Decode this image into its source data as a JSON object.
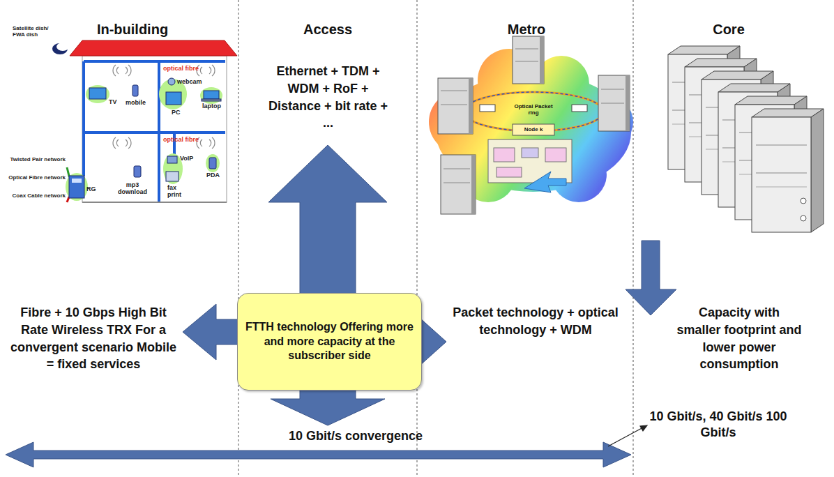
{
  "diagram": {
    "nodes": [
      {
        "text": [
          "FTTH technology Offering more and more capacity at the subscriber side"
        ]
      }
    ],
    "labels": [
      "In-building",
      "Access",
      "Metro",
      "Core",
      "Satellite dish/ FWA dish",
      "optical fibre",
      "webcam",
      "TV",
      "mobile",
      "PC",
      "laptop",
      "optical fibre",
      "Twisted Pair network",
      "Optical Fibre network",
      "Coax Cable network",
      "RG",
      "mp3 download",
      "VoIP",
      "fax print",
      "PDA",
      "Ethernet + TDM + WDM + RoF + Distance + bit rate + ...",
      "Optical Packet ring",
      "Node k",
      "Fibre + 10 Gbps High Bit Rate Wireless TRX For a convergent scenario Mobile = fixed services",
      "Packet technology + optical technology + WDM",
      "Capacity with smaller footprint and lower power consumption",
      "10 Gbit/s convergence",
      "10 Gbit/s, 40 Gbit/s 100 Gbit/s"
    ]
  }
}
